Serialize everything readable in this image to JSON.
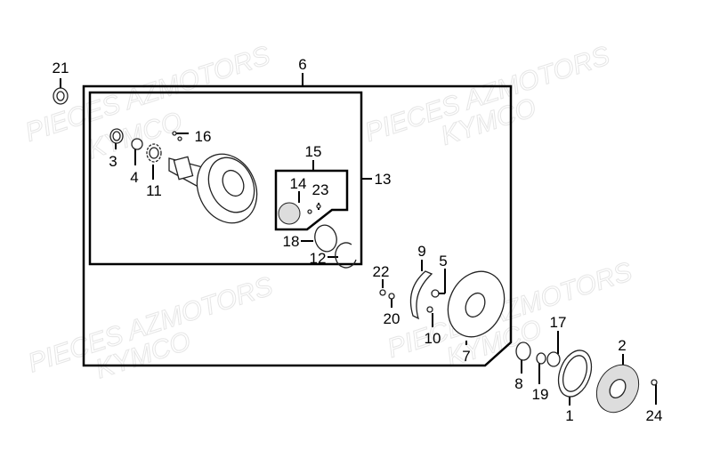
{
  "diagram": {
    "watermark": [
      "PIECES AZMOTORS",
      "KYMCO"
    ],
    "labels": [
      "21",
      "6",
      "16",
      "3",
      "4",
      "11",
      "15",
      "14",
      "23",
      "13",
      "18",
      "12",
      "22",
      "9",
      "5",
      "20",
      "10",
      "7",
      "17",
      "2",
      "8",
      "19",
      "1",
      "24"
    ]
  }
}
